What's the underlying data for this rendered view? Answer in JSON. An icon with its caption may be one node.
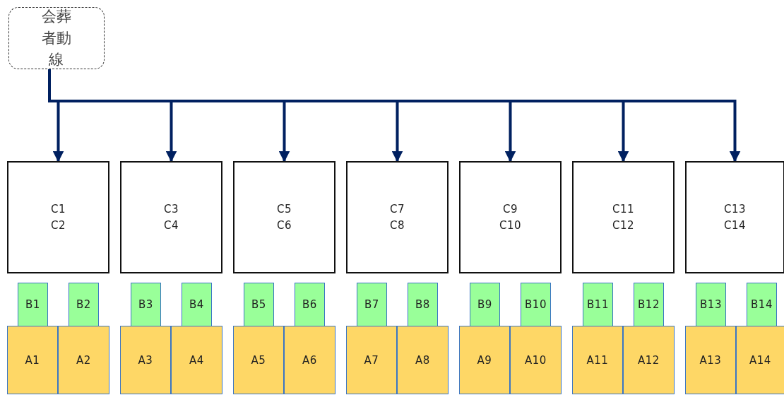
{
  "diagram": {
    "nodes": [
      {
        "text": [
          "会葬者動線"
        ]
      },
      {
        "text": [
          "C1",
          "C2"
        ]
      },
      {
        "text": [
          "C3",
          "C4"
        ]
      },
      {
        "text": [
          "C5",
          "C6"
        ]
      },
      {
        "text": [
          "C7",
          "C8"
        ]
      },
      {
        "text": [
          "C9",
          "C10"
        ]
      },
      {
        "text": [
          "C11",
          "C12"
        ]
      },
      {
        "text": [
          "C13",
          "C14"
        ]
      },
      {
        "text": [
          "B1"
        ]
      },
      {
        "text": [
          "B2"
        ]
      },
      {
        "text": [
          "B3"
        ]
      },
      {
        "text": [
          "B4"
        ]
      },
      {
        "text": [
          "B5"
        ]
      },
      {
        "text": [
          "B6"
        ]
      },
      {
        "text": [
          "B7"
        ]
      },
      {
        "text": [
          "B8"
        ]
      },
      {
        "text": [
          "B9"
        ]
      },
      {
        "text": [
          "B10"
        ]
      },
      {
        "text": [
          "B11"
        ]
      },
      {
        "text": [
          "B12"
        ]
      },
      {
        "text": [
          "B13"
        ]
      },
      {
        "text": [
          "B14"
        ]
      },
      {
        "text": [
          "A1"
        ]
      },
      {
        "text": [
          "A2"
        ]
      },
      {
        "text": [
          "A3"
        ]
      },
      {
        "text": [
          "A4"
        ]
      },
      {
        "text": [
          "A5"
        ]
      },
      {
        "text": [
          "A6"
        ]
      },
      {
        "text": [
          "A7"
        ]
      },
      {
        "text": [
          "A8"
        ]
      },
      {
        "text": [
          "A9"
        ]
      },
      {
        "text": [
          "A10"
        ]
      },
      {
        "text": [
          "A11"
        ]
      },
      {
        "text": [
          "A12"
        ]
      },
      {
        "text": [
          "A13"
        ]
      },
      {
        "text": [
          "A14"
        ]
      }
    ],
    "edges": [
      {
        "from": 0,
        "to": 1,
        "arrow": "to"
      },
      {
        "from": 0,
        "to": 2,
        "arrow": "to"
      },
      {
        "from": 0,
        "to": 3,
        "arrow": "to"
      },
      {
        "from": 0,
        "to": 4,
        "arrow": "to"
      },
      {
        "from": 0,
        "to": 5,
        "arrow": "to"
      },
      {
        "from": 0,
        "to": 6,
        "arrow": "to"
      },
      {
        "from": 0,
        "to": 7,
        "arrow": "to"
      }
    ]
  }
}
